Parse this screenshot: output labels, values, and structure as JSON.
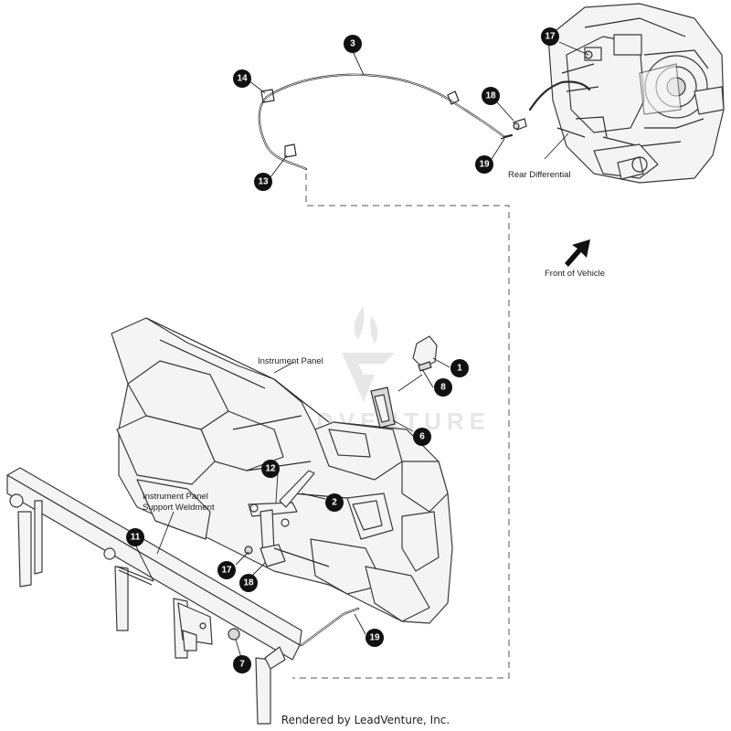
{
  "labels": {
    "rear_differential": "Rear Differential",
    "front_of_vehicle": "Front of Vehicle",
    "instrument_panel": "Instrument Panel",
    "support_weldment_line1": "Instrument Panel",
    "support_weldment_line2": "Support Weldment"
  },
  "callouts": [
    {
      "id": "c3",
      "num": "3"
    },
    {
      "id": "c14",
      "num": "14"
    },
    {
      "id": "c13",
      "num": "13"
    },
    {
      "id": "c17a",
      "num": "17"
    },
    {
      "id": "c18a",
      "num": "18"
    },
    {
      "id": "c19a",
      "num": "19"
    },
    {
      "id": "c1",
      "num": "1"
    },
    {
      "id": "c8",
      "num": "8"
    },
    {
      "id": "c6",
      "num": "6"
    },
    {
      "id": "c12",
      "num": "12"
    },
    {
      "id": "c2",
      "num": "2"
    },
    {
      "id": "c11",
      "num": "11"
    },
    {
      "id": "c17b",
      "num": "17"
    },
    {
      "id": "c18b",
      "num": "18"
    },
    {
      "id": "c19b",
      "num": "19"
    },
    {
      "id": "c7",
      "num": "7"
    }
  ],
  "watermark": {
    "brand": "LEADVENTURE"
  },
  "credit": "Rendered by LeadVenture, Inc."
}
